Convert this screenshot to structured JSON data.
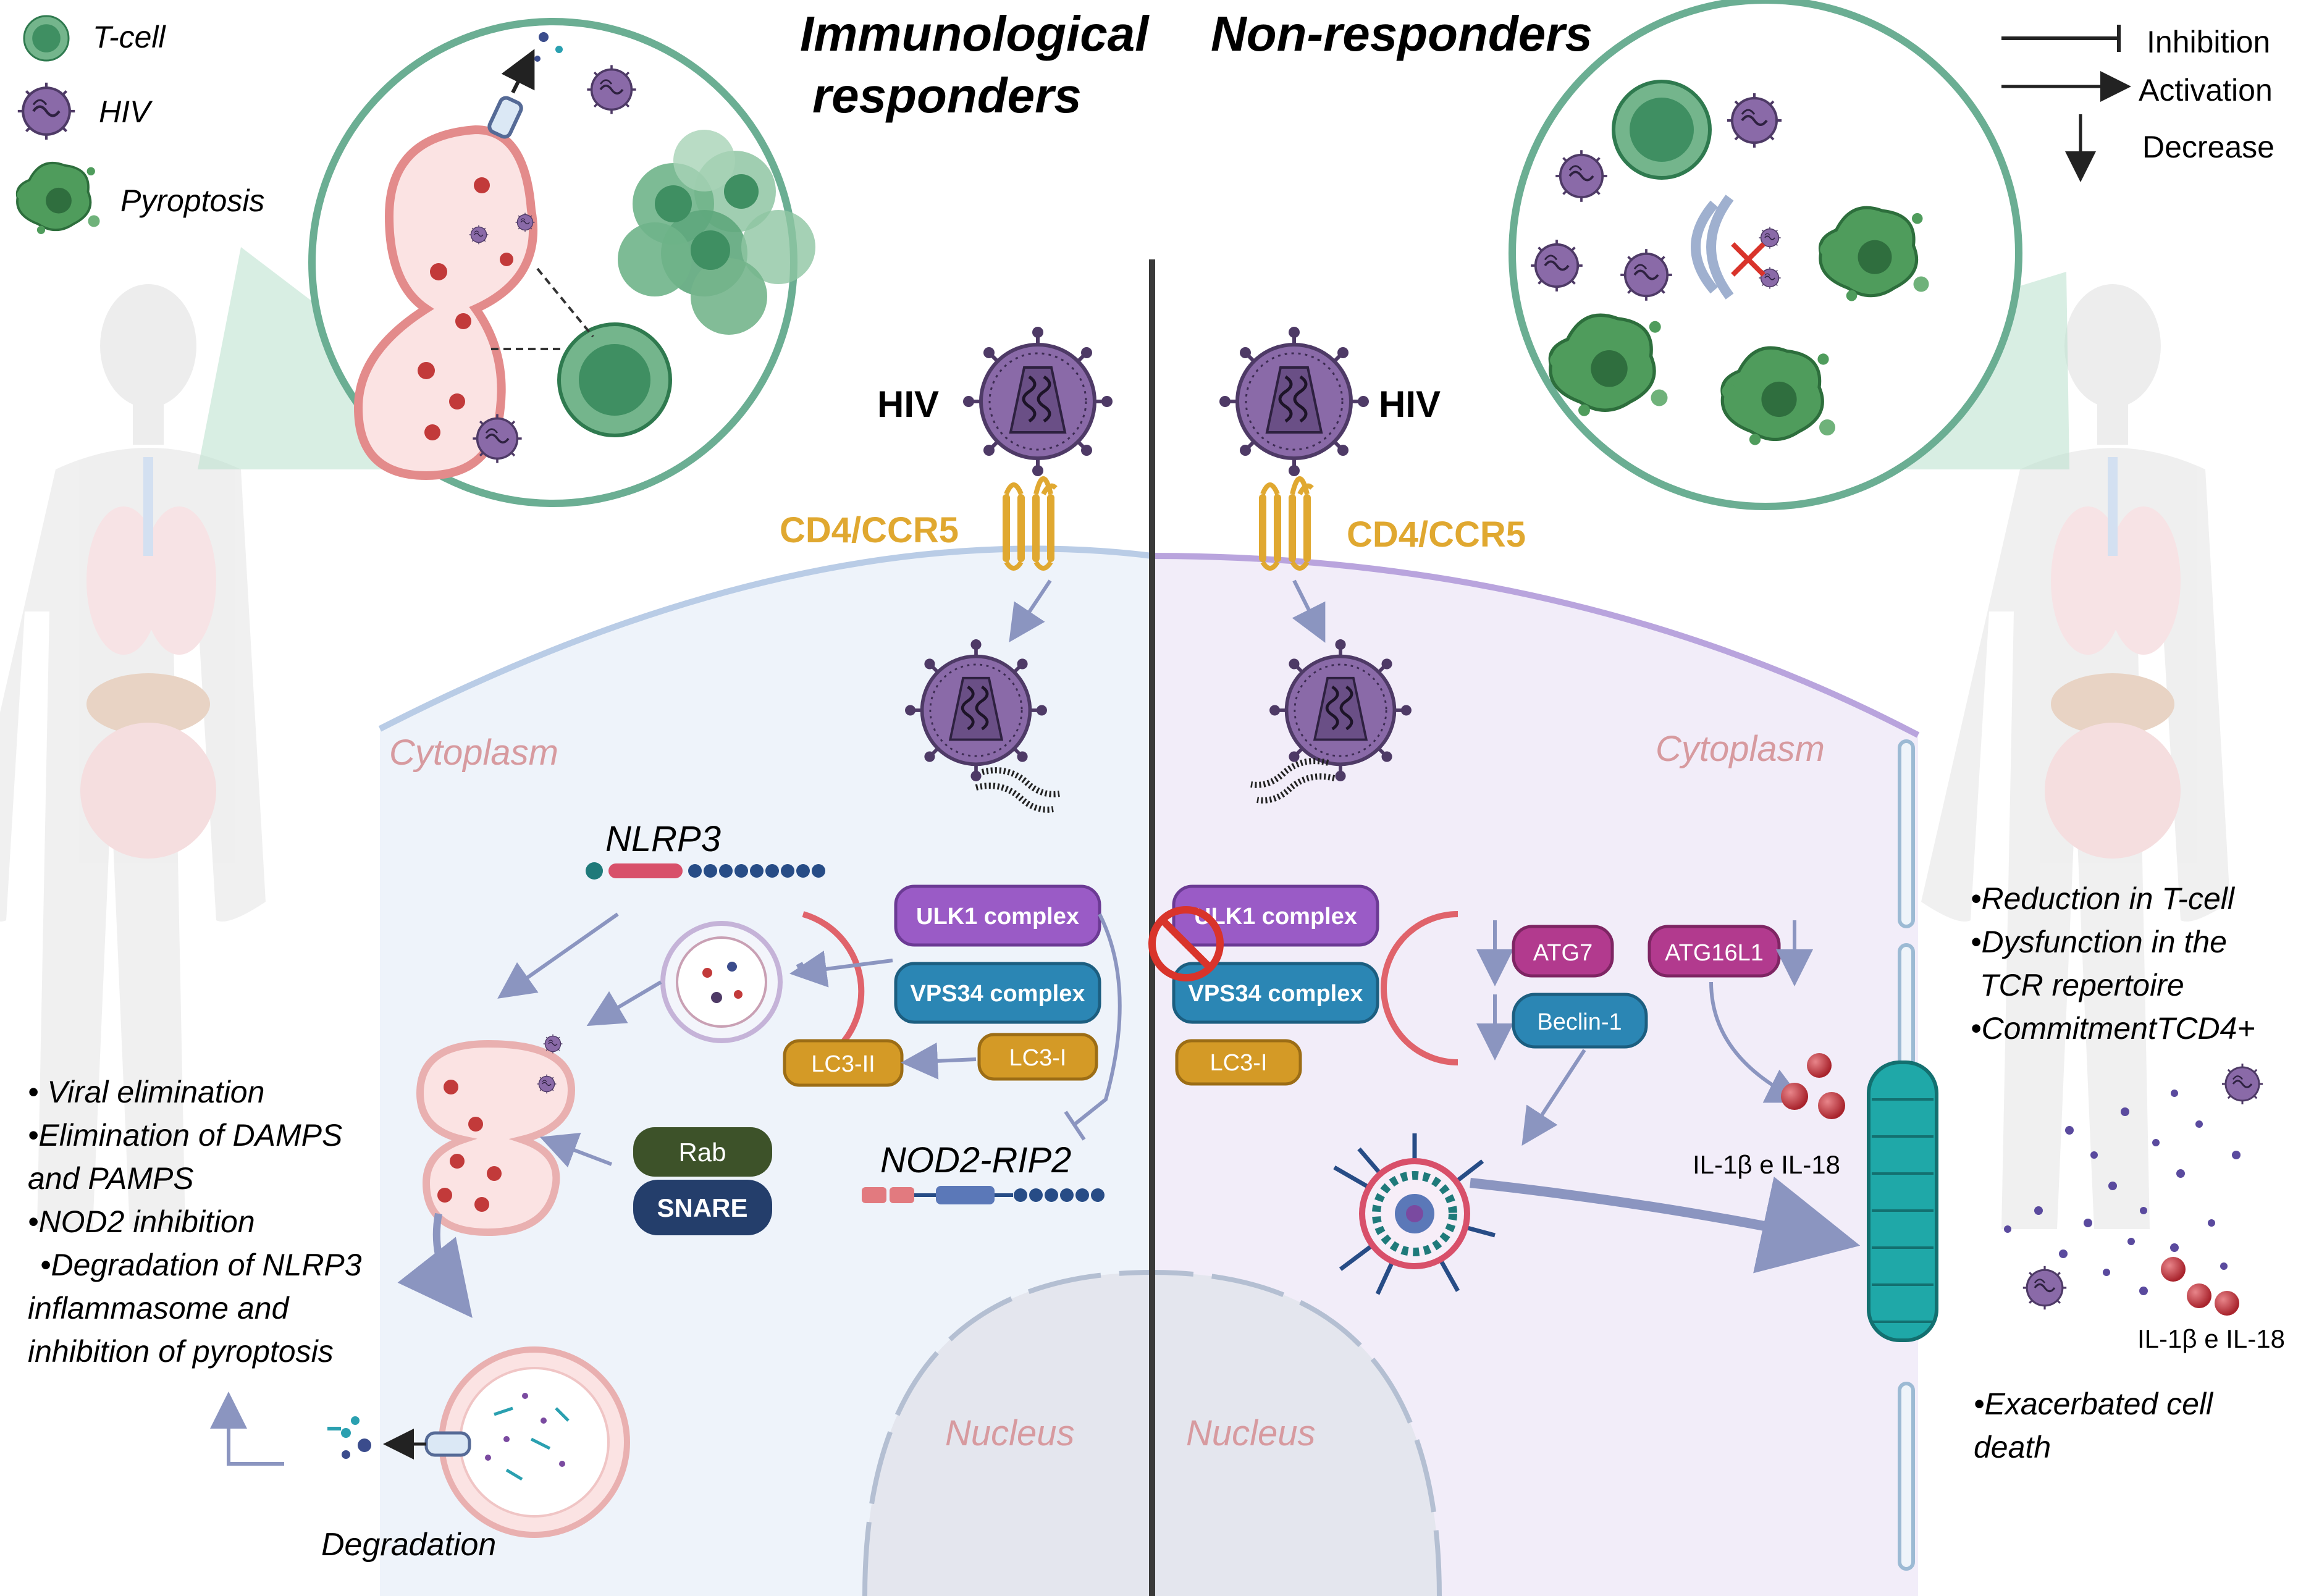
{
  "legend": {
    "tcell": "T-cell",
    "hiv": "HIV",
    "pyroptosis": "Pyroptosis",
    "inhibition": "Inhibition",
    "activation": "Activation",
    "decrease": "Decrease"
  },
  "headers": {
    "left_line1": "Immunological",
    "left_line2": "responders",
    "right": "Non-responders"
  },
  "left": {
    "hiv": "HIV",
    "receptor": "CD4/CCR5",
    "cytoplasm": "Cytoplasm",
    "nucleus": "Nucleus",
    "nlrp3": "NLRP3",
    "ulk1": "ULK1 complex",
    "vps34": "VPS34 complex",
    "lc3ii": "LC3-II",
    "lc3i": "LC3-I",
    "nod2": "NOD2-RIP2",
    "rab": "Rab",
    "snare": "SNARE",
    "degradation": "Degradation",
    "outcomes": [
      "• Viral elimination",
      "•Elimination of DAMPS",
      "and PAMPS",
      "•NOD2 inhibition",
      "•Degradation of NLRP3",
      "inflammasome and",
      "inhibition of pyroptosis"
    ]
  },
  "right": {
    "hiv": "HIV",
    "receptor": "CD4/CCR5",
    "cytoplasm": "Cytoplasm",
    "nucleus": "Nucleus",
    "ulk1": "ULK1 complex",
    "vps34": "VPS34 complex",
    "lc3i": "LC3-I",
    "atg7": "ATG7",
    "atg16l1": "ATG16L1",
    "beclin": "Beclin-1",
    "il_inner": "IL-1β e IL-18",
    "il_outer": "IL-1β e IL-18",
    "outcomes": [
      "•Reduction in T-cell",
      "•Dysfunction in the",
      "TCR repertoire",
      "•CommitmentTCD4+"
    ],
    "death_line1": "•Exacerbated cell",
    "death_line2": "death"
  },
  "colors": {
    "hiv_purple": "#7a5a96",
    "tcell_green": "#3f8f62",
    "receptor_gold": "#e0a830",
    "ulk1_purple": "#9a5bc6",
    "vps34_blue": "#2b86b4",
    "lc3_gold": "#d49a26",
    "atg_magenta": "#b23a8e",
    "snare_navy": "#243e6b",
    "rab_olive": "#3d5229",
    "cytoplasm_pink": "#d79a9f",
    "channel_teal": "#1fa8a8"
  }
}
